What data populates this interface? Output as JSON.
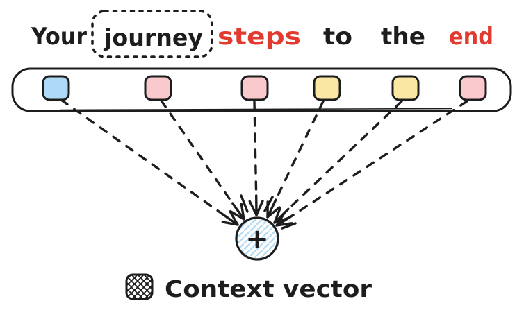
{
  "title": {
    "words": [
      {
        "text": "Your",
        "color": "#1d1d1d",
        "style": "plain"
      },
      {
        "text": "journey",
        "color": "#1d1d1d",
        "style": "dashed-outline"
      },
      {
        "text": "steps",
        "color": "#e23a2e",
        "style": "highlight-red"
      },
      {
        "text": "to",
        "color": "#1d1d1d",
        "style": "plain"
      },
      {
        "text": "the",
        "color": "#1d1d1d",
        "style": "plain"
      },
      {
        "text": "end",
        "color": "#e23a2e",
        "style": "highlight-red"
      }
    ]
  },
  "token_row": {
    "boxes": [
      {
        "tone": "blue",
        "color": "#aed9f7"
      },
      {
        "tone": "pink",
        "color": "#f9c9cd"
      },
      {
        "tone": "pink",
        "color": "#f9c9cd"
      },
      {
        "tone": "yellow",
        "color": "#fae8a2"
      },
      {
        "tone": "yellow",
        "color": "#fae8a2"
      },
      {
        "tone": "pink",
        "color": "#f9c9cd"
      }
    ]
  },
  "context_node": {
    "symbol": "+",
    "hatch_color": "#b5dcf4"
  },
  "legend": {
    "icon": "crosshatch-swatch-icon",
    "label": "Context vector"
  },
  "colors": {
    "ink": "#1d1d1d",
    "accent_red": "#e23a2e",
    "background": "#ffffff"
  }
}
